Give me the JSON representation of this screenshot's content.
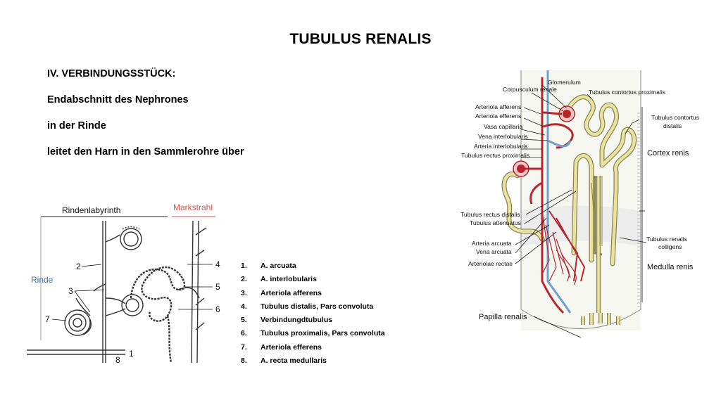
{
  "slide": {
    "title": "TUBULUS RENALIS",
    "bullets": [
      "IV. VERBINDUNGSSTÜCK:",
      "Endabschnitt des Nephrones",
      "in der Rinde",
      "leitet den Harn in den Sammlerohre über"
    ]
  },
  "left_figure": {
    "header_left": "Rindenlabyrinth",
    "header_right": "Markstrahl",
    "side_label": "Rinde",
    "numbers": [
      "1",
      "2",
      "3",
      "4",
      "5",
      "6",
      "7",
      "8"
    ],
    "colors": {
      "markstrahl": "#d9534f",
      "rinde": "#3a6fb0"
    }
  },
  "legend": [
    {
      "num": "1.",
      "text": "A. arcuata"
    },
    {
      "num": "2.",
      "text": "A. interlobularis"
    },
    {
      "num": "3.",
      "text": "Arteriola afferens"
    },
    {
      "num": "4.",
      "text": "Tubulus distalis, Pars convoluta"
    },
    {
      "num": "5.",
      "text": "Verbindungdtubulus"
    },
    {
      "num": "6.",
      "text": "Tubulus proximalis, Pars convoluta"
    },
    {
      "num": "7.",
      "text": "Arteriola efferens"
    },
    {
      "num": "8.",
      "text": "A. recta medullaris"
    }
  ],
  "right_figure": {
    "labels": {
      "glomerulum": "Glomerulum",
      "corpusculum": "Corpusculum renale",
      "tub_cont_prox": "Tubulus contortus proximalis",
      "art_aff": "Arteriola afferens",
      "art_eff": "Arteriola efferens",
      "vasa_cap": "Vasa capillaria",
      "vena_interlob": "Vena interlobularis",
      "art_interlob": "Arteria interlobularis",
      "tub_rect_prox": "Tubulus rectus proximalis",
      "tub_cont_dist_1": "Tubulus contortus",
      "tub_cont_dist_2": "distalis",
      "cortex": "Cortex renis",
      "tub_rect_dist": "Tubulus rectus distalis",
      "tub_atten": "Tubulus attenuatus",
      "art_arc": "Arteria arcuata",
      "vena_arc": "Vena arcuata",
      "art_rectae": "Arteriolae rectae",
      "tub_ren_col_1": "Tubulus renalis",
      "tub_ren_col_2": "colligens",
      "medulla": "Medulla renis",
      "papilla": "Papilla renalis"
    },
    "colors": {
      "artery": "#b8262b",
      "vein": "#6fa0d0",
      "tubule": "#e8e3a3",
      "tubule_edge": "#8a8650"
    }
  }
}
